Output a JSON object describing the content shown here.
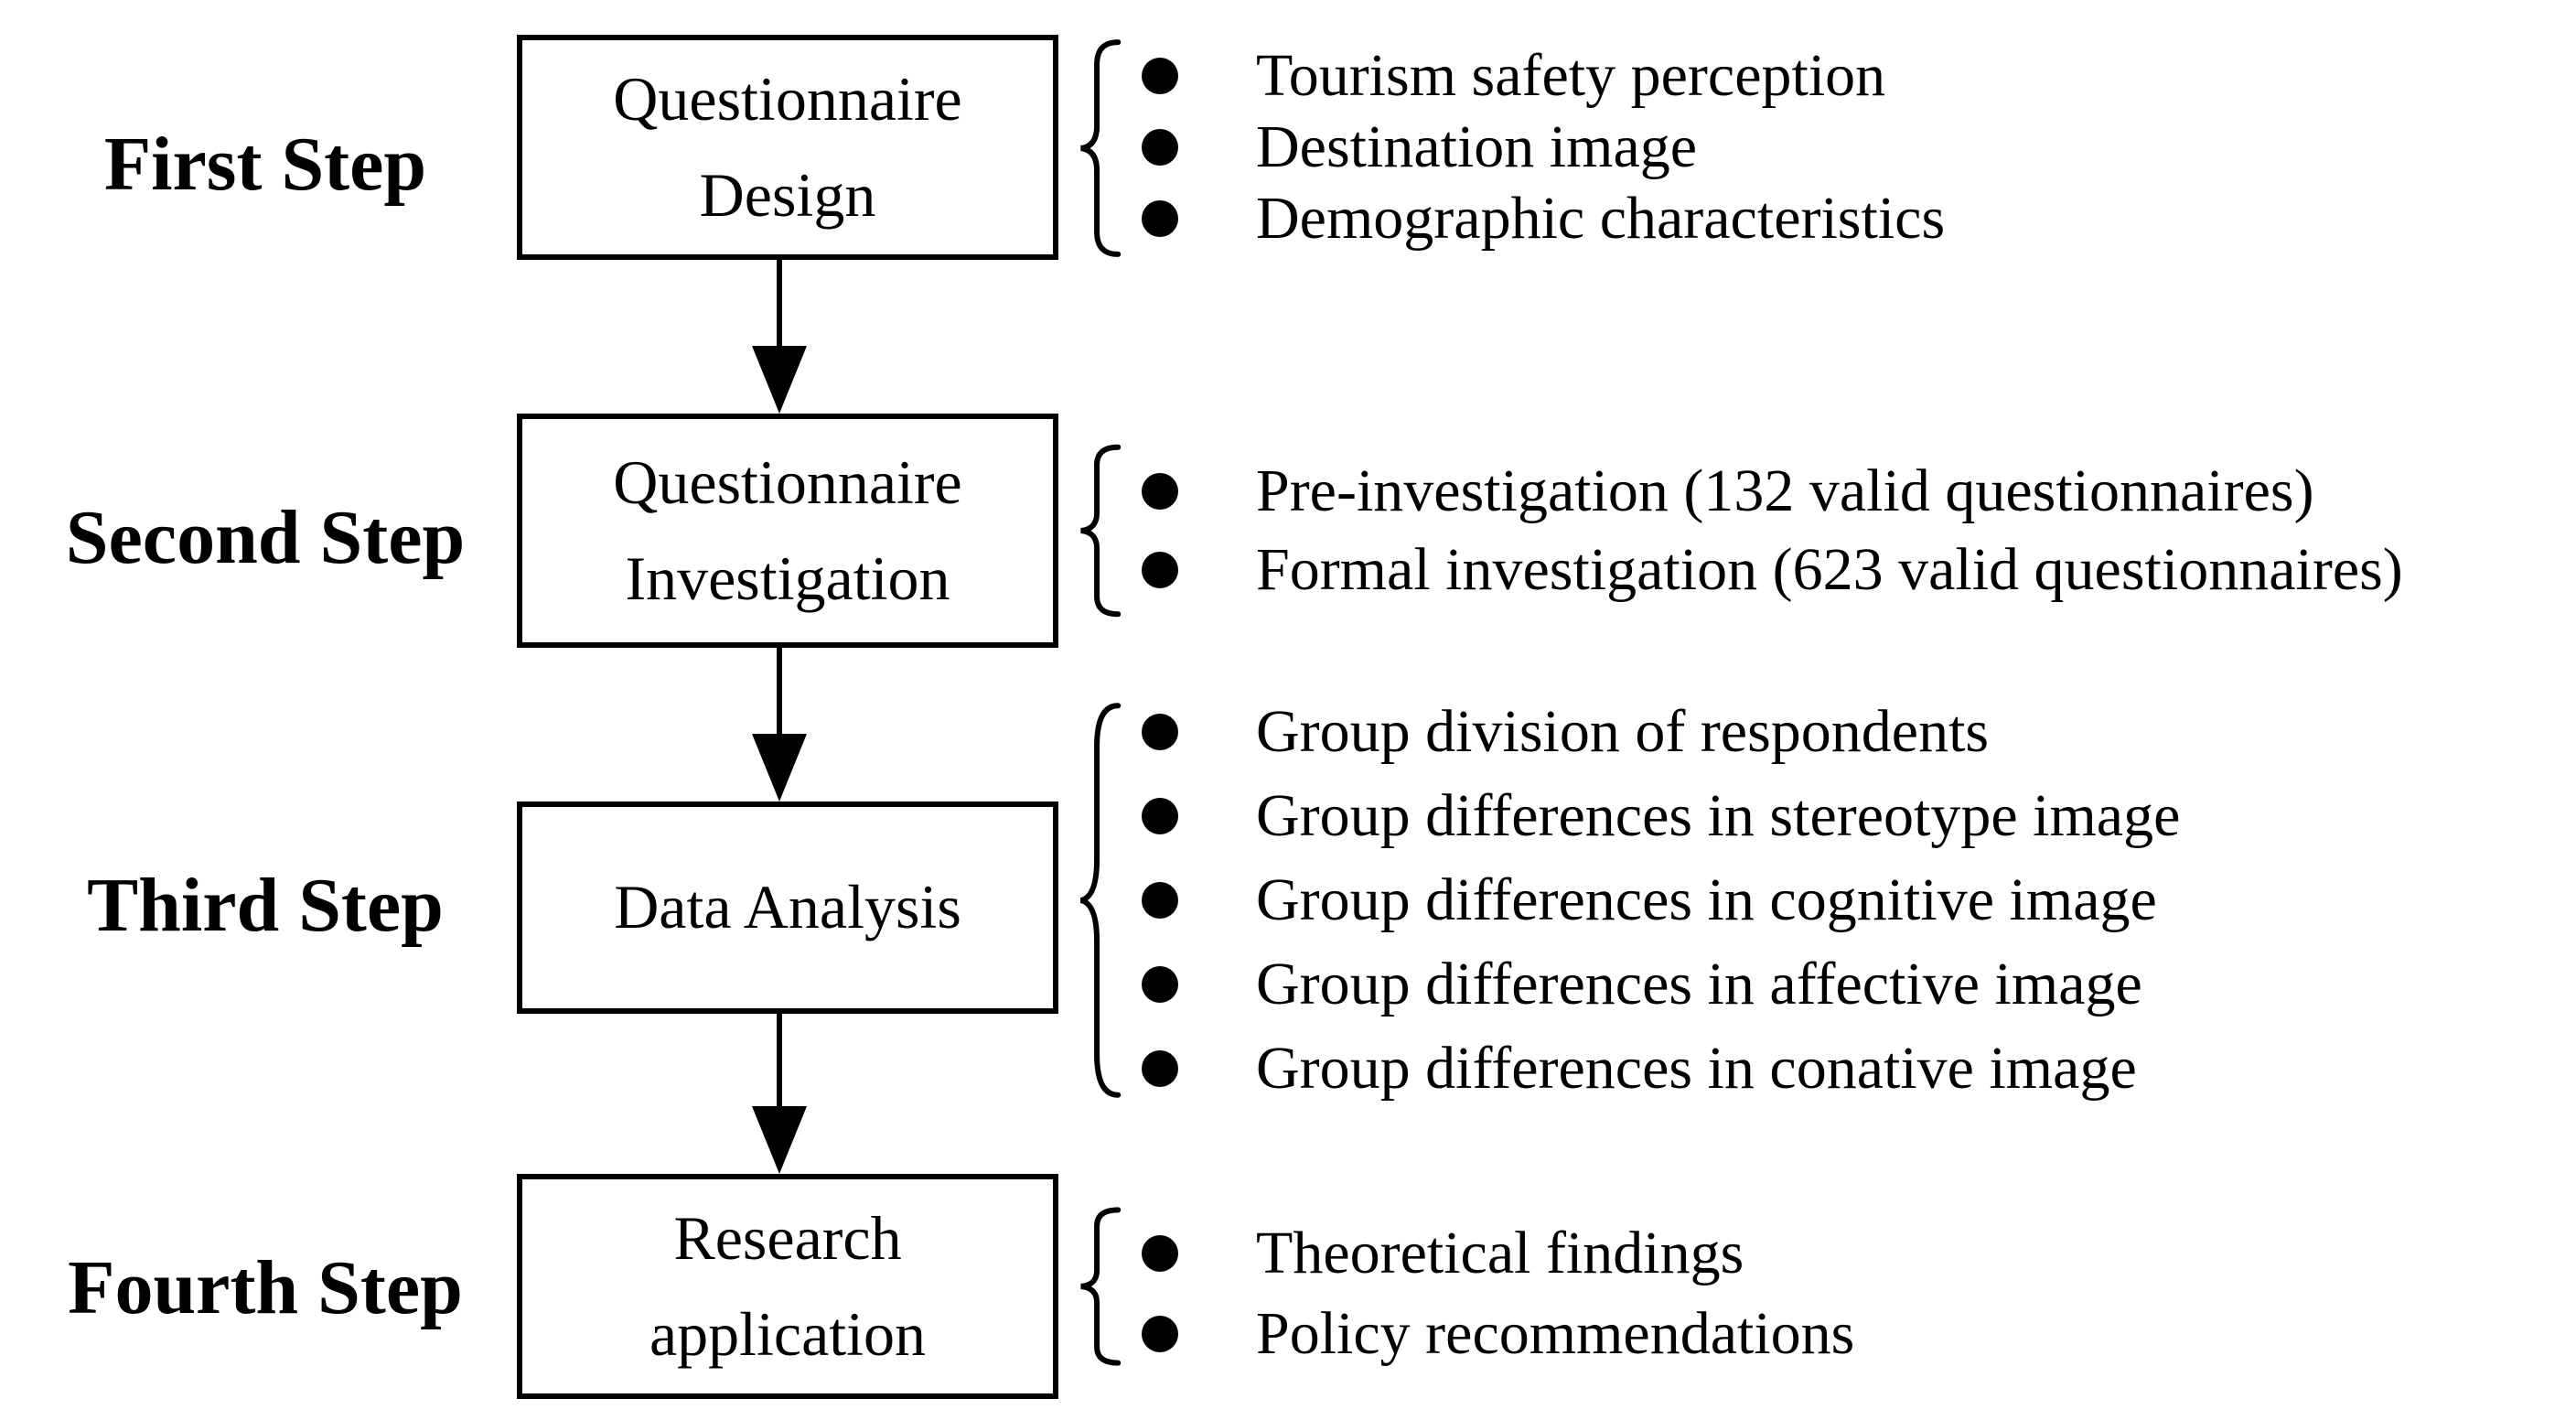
{
  "colors": {
    "ink": "#000000",
    "background": "#ffffff"
  },
  "diagram": {
    "steps": [
      {
        "label": "First Step",
        "box_lines": [
          "Questionnaire",
          "Design"
        ],
        "bullets": [
          "Tourism safety perception",
          "Destination image",
          "Demographic characteristics"
        ]
      },
      {
        "label": "Second Step",
        "box_lines": [
          "Questionnaire",
          "Investigation"
        ],
        "bullets": [
          "Pre-investigation (132 valid questionnaires)",
          "Formal investigation (623 valid questionnaires)"
        ]
      },
      {
        "label": "Third Step",
        "box_lines": [
          "Data Analysis"
        ],
        "bullets": [
          "Group division of respondents",
          "Group differences in stereotype image",
          "Group differences in cognitive image",
          "Group differences in affective image",
          "Group differences in conative image"
        ]
      },
      {
        "label": "Fourth Step",
        "box_lines": [
          "Research",
          "application"
        ],
        "bullets": [
          "Theoretical findings",
          "Policy recommendations"
        ]
      }
    ]
  }
}
